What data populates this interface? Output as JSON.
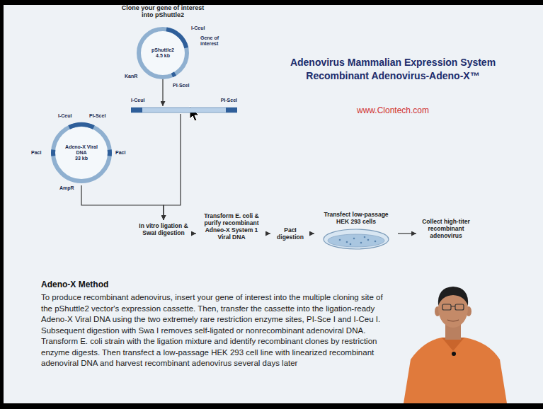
{
  "diagram": {
    "title": "Adenovirus Mammalian Expression System",
    "nodes": [
      {
        "text": [
          "pShuttle2",
          "4.5 kb"
        ]
      },
      {
        "text": [
          "I-CeuI",
          "PI-SceI"
        ]
      },
      {
        "text": [
          "Adeno-X Viral DNA",
          "33 kb"
        ]
      },
      {
        "text": [
          "In vitro ligation & SwaI digestion"
        ]
      },
      {
        "text": [
          "Transform E. coli & purify recombinant Adneo-X System 1 Viral DNA"
        ]
      },
      {
        "text": [
          "PacI digestion"
        ]
      },
      {
        "text": [
          "Transfect low-passage HEK 293 cells"
        ]
      },
      {
        "text": [
          "Collect high-titer recombinant adenovirus"
        ]
      }
    ],
    "edges": [
      {
        "from": 0,
        "to": 1,
        "arrow": "to"
      },
      {
        "from": 1,
        "to": 3,
        "arrow": "to"
      },
      {
        "from": 2,
        "to": 3,
        "arrow": "to"
      },
      {
        "from": 3,
        "to": 4,
        "arrow": "to"
      },
      {
        "from": 4,
        "to": 5,
        "arrow": "to"
      },
      {
        "from": 5,
        "to": 6,
        "arrow": "to"
      },
      {
        "from": 6,
        "to": 7,
        "arrow": "to"
      }
    ],
    "labels": [
      "Clone your gene of interest into pShuttle2",
      "I-CeuI",
      "Gene of interest",
      "KanR",
      "PI-SceI",
      "PacI",
      "PacI",
      "AmpR",
      "I-CeuI",
      "PI-SceI",
      "Recombinant Adenovirus-Adeno-X™",
      "www.Clontech.com",
      "Adeno-X Method",
      "To produce recombinant adenovirus, insert your gene of interest into the multiple cloning site of the pShuttle2 vector's expression cassette. Then, transfer the cassette into the ligation-ready Adeno-X Viral DNA using the two extremely rare restriction enzyme sites, PI-Sce I and I-Ceu I. Subsequent digestion with Swa I removes self-ligated or nonrecombinant adenoviral DNA. Transform E. coli strain with the ligation mixture and identify recombinant clones by restriction enzyme digests. Then transfect a low-passage HEK 293 cell line with linearized recombinant adenoviral DNA and harvest recombinant adenovirus several days later"
    ]
  }
}
